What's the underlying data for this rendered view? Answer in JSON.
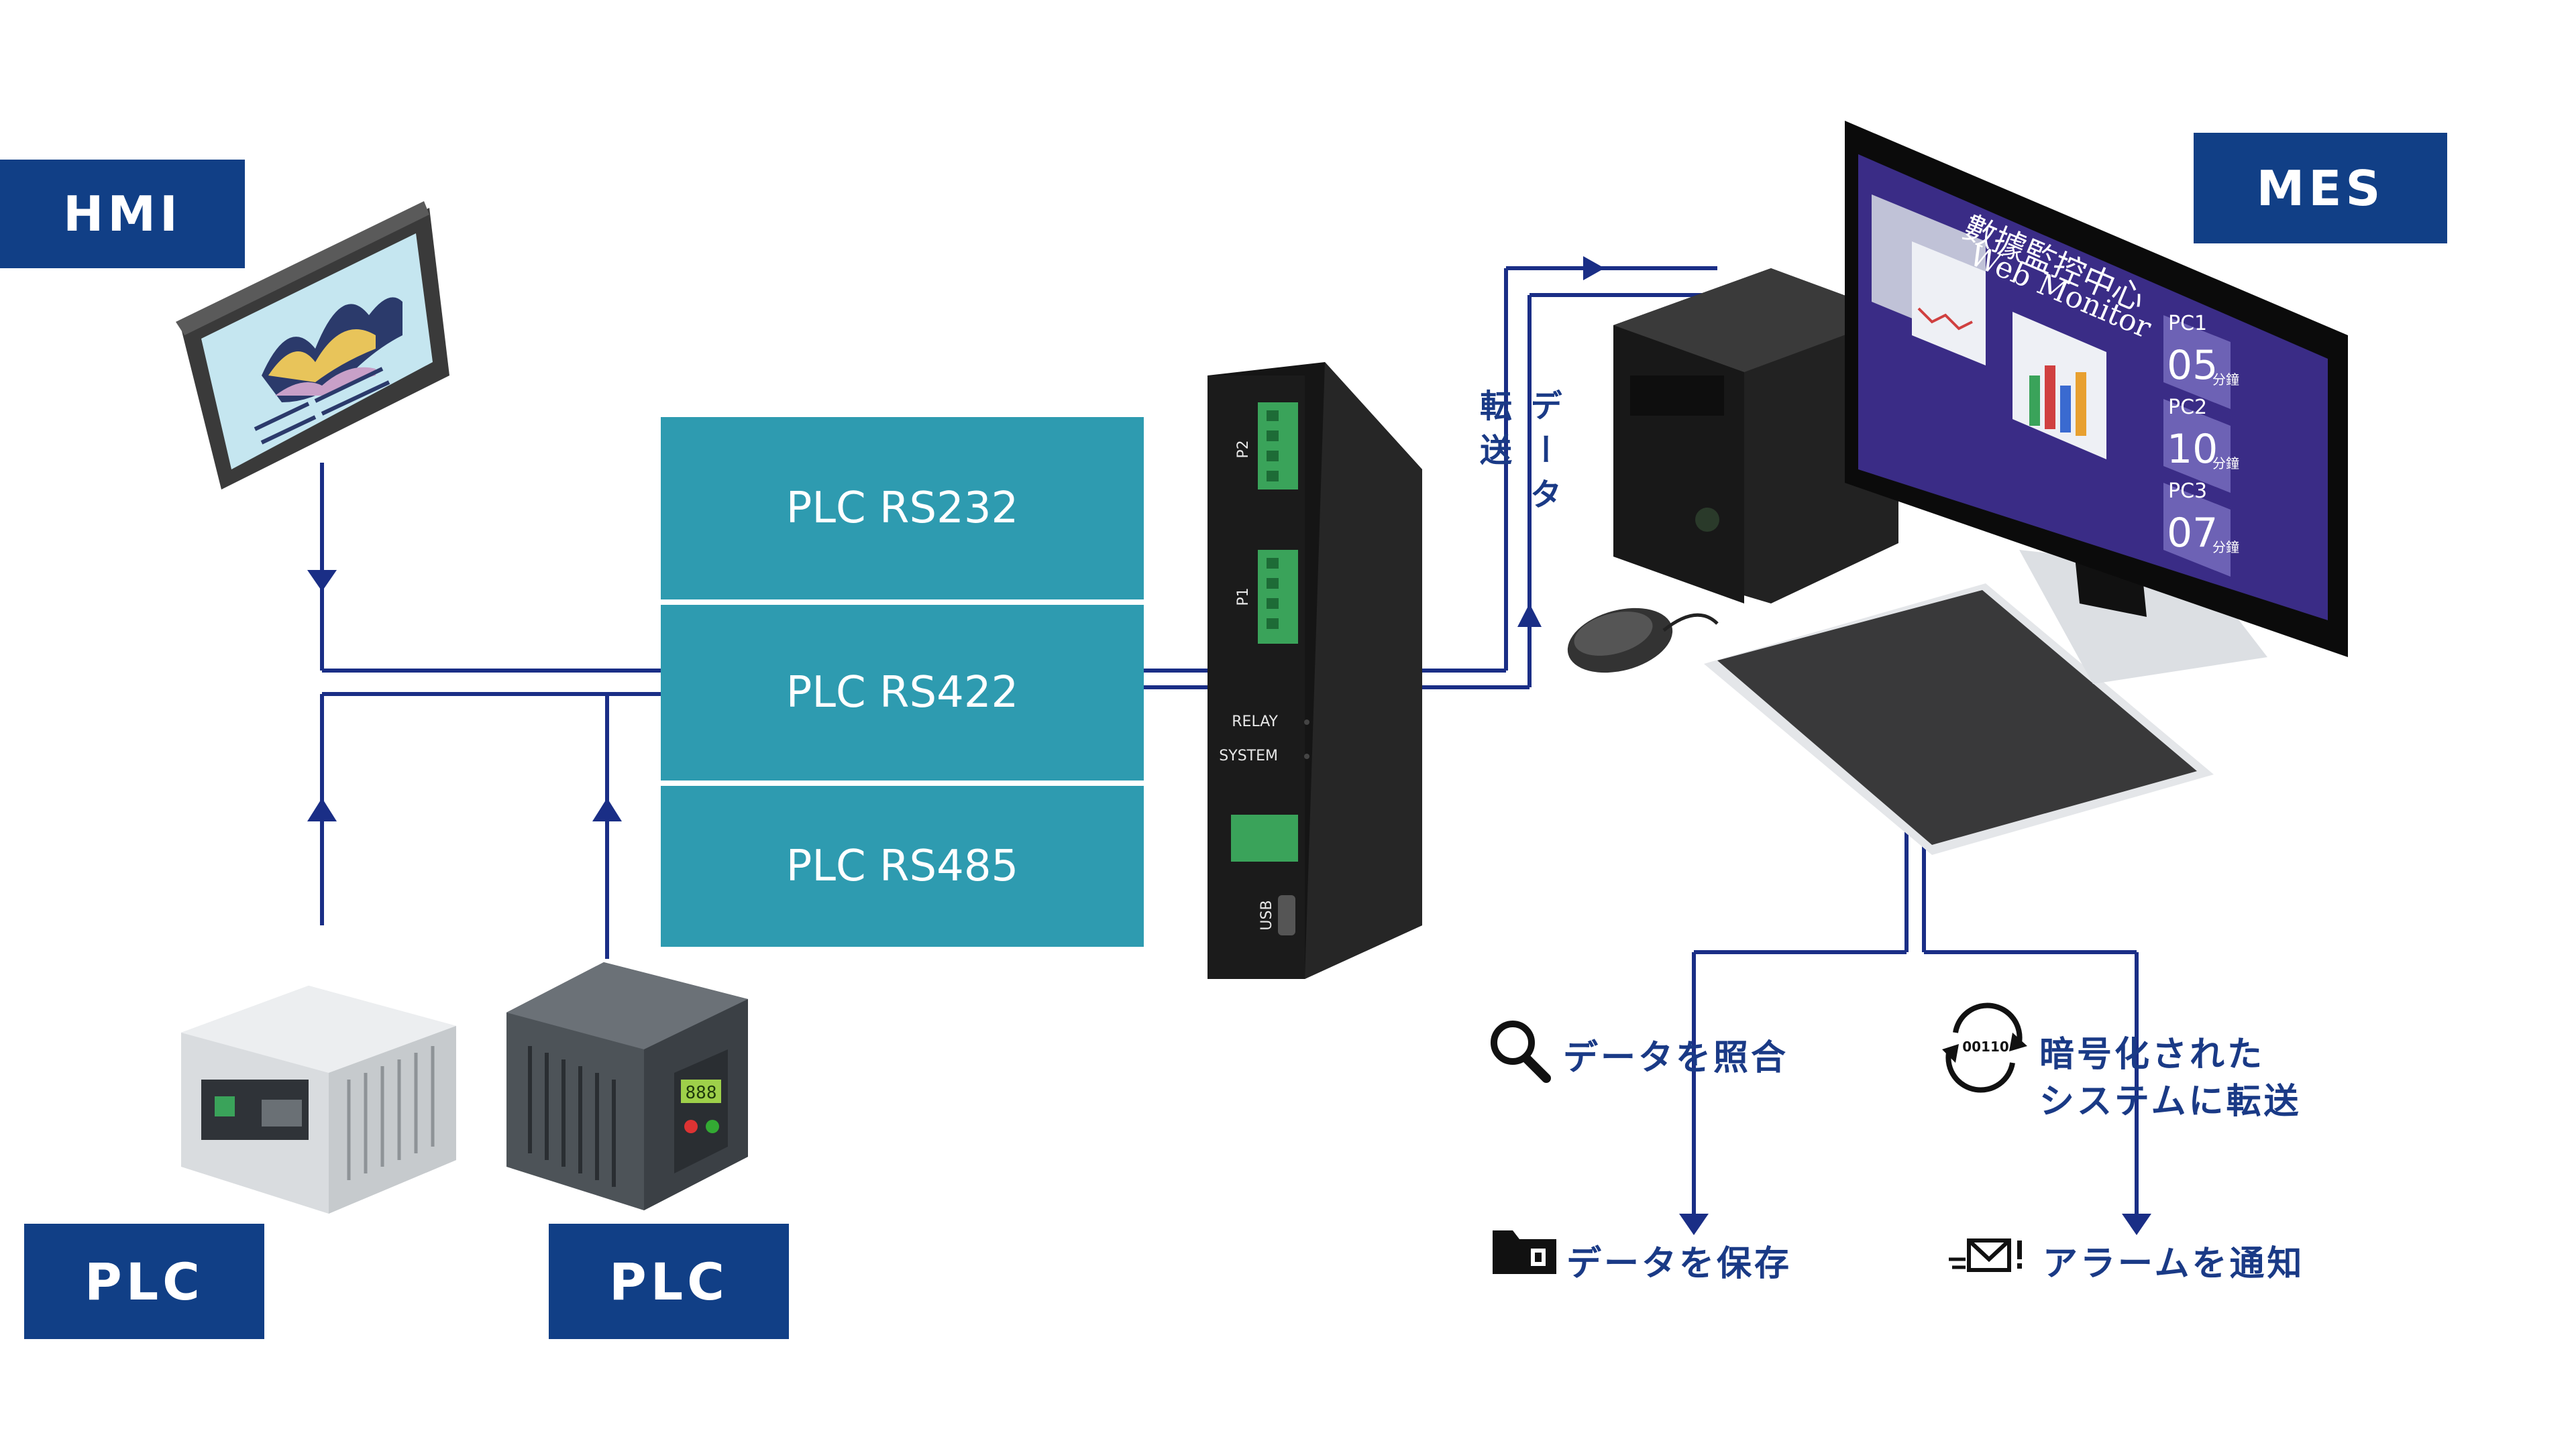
{
  "labels": {
    "hmi": "HMI",
    "mes": "MES",
    "plc_left": "PLC",
    "plc_right": "PLC"
  },
  "plc_ports": [
    "PLC RS232",
    "PLC RS422",
    "PLC RS485"
  ],
  "device": {
    "port_p2": "P2",
    "port_p1": "P1",
    "relay": "RELAY",
    "system": "SYSTEM",
    "usb": "USB"
  },
  "transfer_label": {
    "col1": "データ",
    "col2": "転送"
  },
  "monitor": {
    "title_cn": "數據監控中心",
    "title_en": "Web Monitor",
    "pcs": [
      {
        "name": "PC1",
        "value": "05",
        "unit": "分鐘"
      },
      {
        "name": "PC2",
        "value": "10",
        "unit": "分鐘"
      },
      {
        "name": "PC3",
        "value": "07",
        "unit": "分鐘"
      }
    ]
  },
  "pc_display": "888",
  "actions": {
    "compare": "データを照合",
    "encrypt_line1": "暗号化された",
    "encrypt_line2": "システムに転送",
    "binary": "00110",
    "save": "データを保存",
    "alarm": "アラームを通知"
  },
  "colors": {
    "navy": "#113f86",
    "teal": "#2e9bb0",
    "line": "#1a2e86",
    "text": "#1a3a86"
  }
}
